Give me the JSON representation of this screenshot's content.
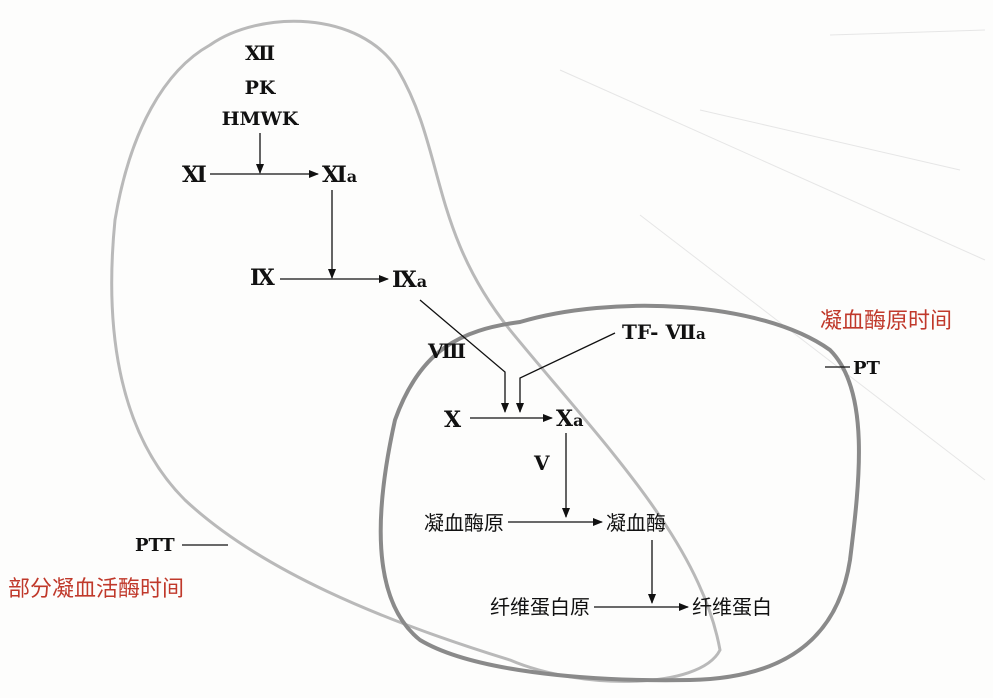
{
  "factors": {
    "xii": "Ⅻ",
    "pk": "PK",
    "hmwk": "HMWK",
    "xi": "Ⅺ",
    "xia_base": "Ⅺ",
    "xia_sub": "a",
    "ix": "Ⅸ",
    "ixa_base": "Ⅸ",
    "ixa_sub": "a",
    "viii": "Ⅷ",
    "tf_viia_base": "TF- Ⅶ",
    "tf_viia_sub": "a",
    "x": "Ⅹ",
    "xa_base": "Ⅹ",
    "xa_sub": "a",
    "v": "Ⅴ"
  },
  "products": {
    "prothrombin": "凝血酶原",
    "thrombin": "凝血酶",
    "fibrinogen": "纤维蛋白原",
    "fibrin": "纤维蛋白"
  },
  "tests": {
    "ptt_label": "PTT",
    "ptt_name": "部分凝血活酶时间",
    "pt_label": "PT",
    "pt_name": "凝血酶原时间"
  },
  "colors": {
    "ptt_outline": "#b9b9b9",
    "pt_outline": "#8a8a8a",
    "annotation": "#c0392b"
  }
}
